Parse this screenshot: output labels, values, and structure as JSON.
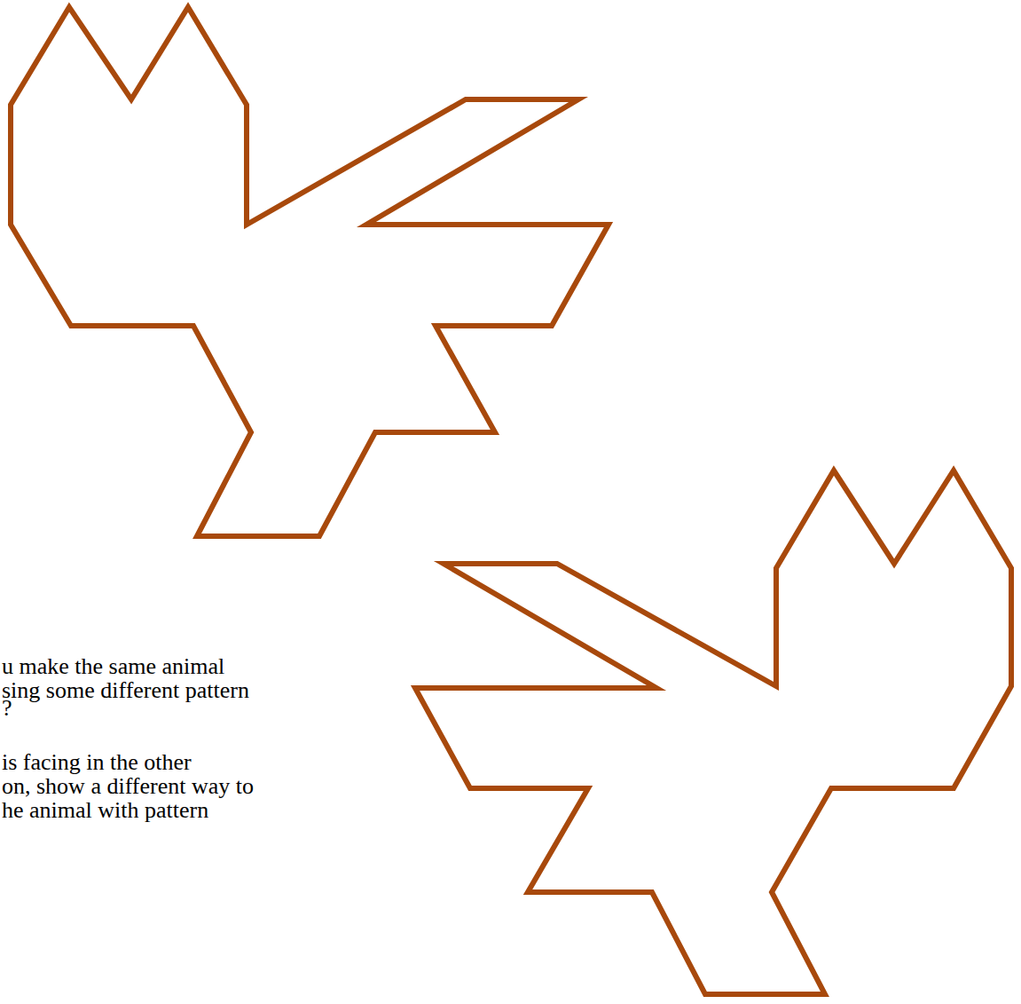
{
  "diagram": {
    "labels": [
      "u make the same animal",
      "sing some different pattern",
      "?",
      "is facing in the other",
      "on, show a different way to",
      "he animal with pattern"
    ]
  }
}
